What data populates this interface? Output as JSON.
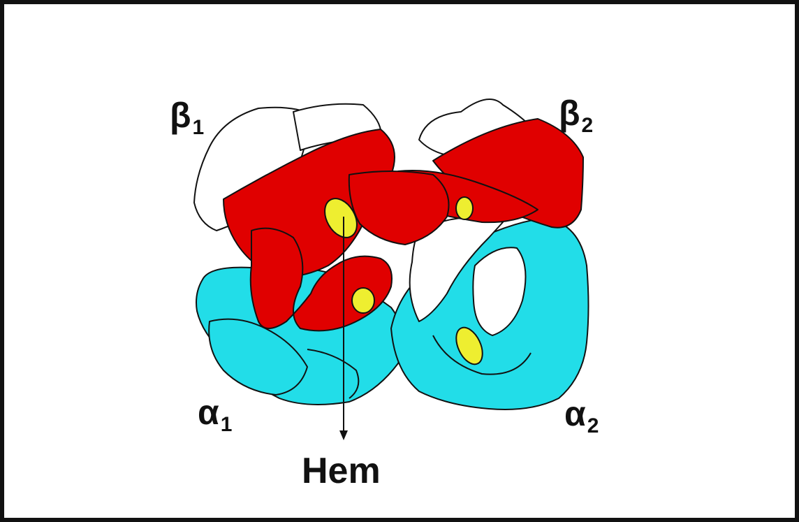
{
  "labels": {
    "beta1": {
      "greek": "β",
      "sub": "1"
    },
    "beta2": {
      "greek": "β",
      "sub": "2"
    },
    "alpha1": {
      "greek": "α",
      "sub": "1"
    },
    "alpha2": {
      "greek": "α",
      "sub": "2"
    },
    "heme": "Hem"
  },
  "colors": {
    "beta_chain": "#e00000",
    "alpha_chain": "#22dde8",
    "heme_group": "#eeee30",
    "coil_outline": "#111111",
    "unshaded_coil": "#ffffff"
  }
}
